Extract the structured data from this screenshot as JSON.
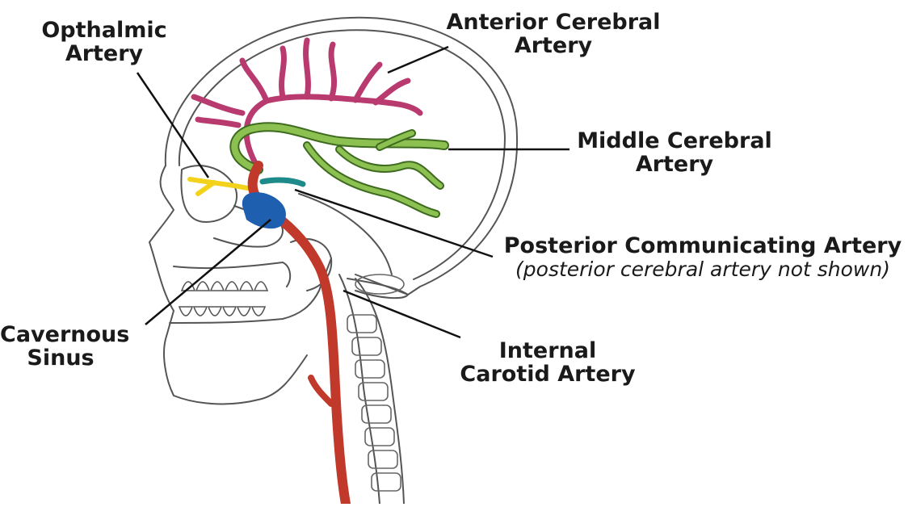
{
  "labels": {
    "ophthalmic": [
      "Opthalmic",
      "Artery"
    ],
    "anterior": [
      "Anterior Cerebral",
      "Artery"
    ],
    "middle": [
      "Middle Cerebral",
      "Artery"
    ],
    "posterior": "Posterior Communicating Artery",
    "posterior_note": "(posterior cerebral artery not shown)",
    "internal": [
      "Internal",
      "Carotid Artery"
    ],
    "cavernous": [
      "Cavernous",
      "Sinus"
    ]
  },
  "colors": {
    "anterior_cerebral": "#b83a6e",
    "middle_cerebral": "#8cc152",
    "posterior_communicating": "#1f8a8a",
    "ophthalmic": "#f2d21b",
    "cavernous_sinus": "#1f5fb0",
    "internal_carotid": "#c0392b",
    "outline": "#555555",
    "leader": "#111111"
  }
}
